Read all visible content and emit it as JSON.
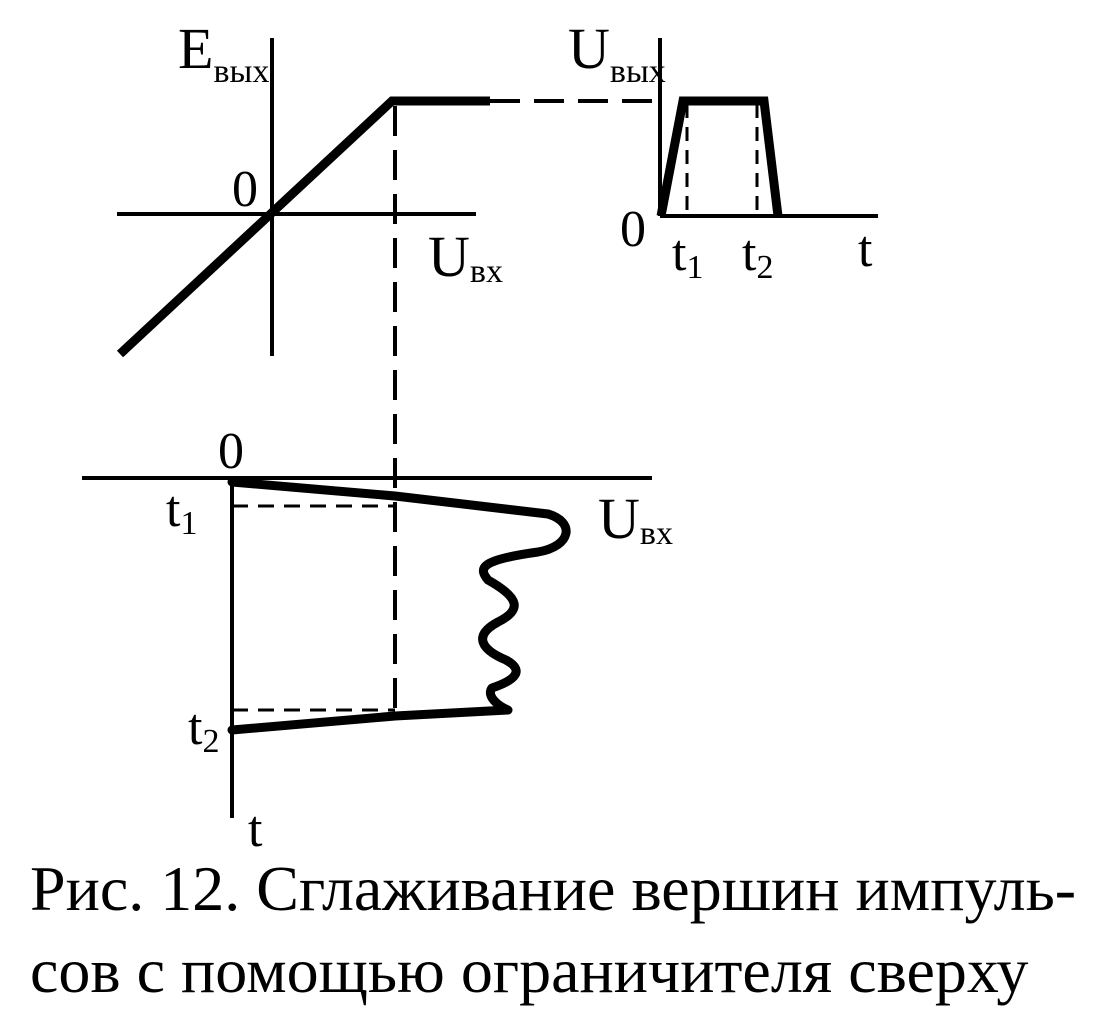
{
  "transfer_plot": {
    "y_axis_label": "E",
    "y_axis_label_sub": "вых",
    "x_axis_label": "U",
    "x_axis_label_sub": "вх",
    "origin_label": "0"
  },
  "output_plot": {
    "y_axis_label": "U",
    "y_axis_label_sub": "вых",
    "origin_label": "0",
    "t1_label": "t",
    "t1_sub": "1",
    "t2_label": "t",
    "t2_sub": "2",
    "t_axis_label": "t"
  },
  "input_plot": {
    "origin_label": "0",
    "signal_label": "U",
    "signal_label_sub": "вх",
    "t1_label": "t",
    "t1_sub": "1",
    "t2_label": "t",
    "t2_sub": "2",
    "t_axis_label": "t"
  },
  "caption": {
    "line1": "Рис. 12. Сглаживание вершин импуль-",
    "line2": "сов  с помощью ограничителя сверху"
  },
  "colors": {
    "ink": "#000000",
    "background": "#ffffff"
  }
}
